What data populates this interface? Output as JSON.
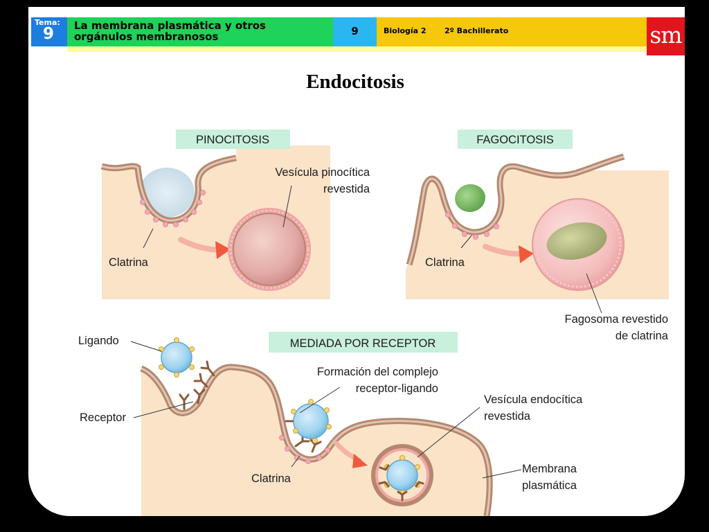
{
  "header": {
    "tema_label": "Tema:",
    "tema_number": "9",
    "title_line1": "La membrana plasmática y otros",
    "title_line2": "orgánulos membranosos",
    "page_number": "9",
    "subject": "Biología 2",
    "course": "2º Bachillerato",
    "logo": "sm"
  },
  "diagram": {
    "title": "Endocitosis",
    "pinocitosis": {
      "heading": "PINOCITOSIS",
      "vesicle_label": [
        "Vesícula pinocítica",
        "revestida"
      ],
      "clathrin_label": "Clatrina"
    },
    "fagocitosis": {
      "heading": "FAGOCITOSIS",
      "clathrin_label": "Clatrina",
      "phagosome_label": [
        "Fagosoma revestido",
        "de clatrina"
      ]
    },
    "receptor": {
      "heading": "MEDIADA POR RECEPTOR",
      "ligand_label": "Ligando",
      "receptor_label": "Receptor",
      "complex_label": [
        "Formación del complejo",
        "receptor-ligando"
      ],
      "vesicle_label": [
        "Vesícula endocítica",
        "revestida"
      ],
      "clathrin_label": "Clatrina",
      "membrane_label": [
        "Membrana",
        "plasmática"
      ]
    }
  },
  "colors": {
    "tema_blue": "#1d7de0",
    "title_green": "#1fd25a",
    "number_cyan": "#2ab6f0",
    "subject_yellow": "#f5c80a",
    "logo_red": "#e3141b",
    "section_label_bg": "#c8f0dc",
    "cytoplasm": "#fbe3c8",
    "membrane": "#b7876d",
    "vesicle_pink": "#f2b5b5",
    "ligand_blue": "#9fd3ef",
    "arrow_orange": "#ef5a3c"
  }
}
